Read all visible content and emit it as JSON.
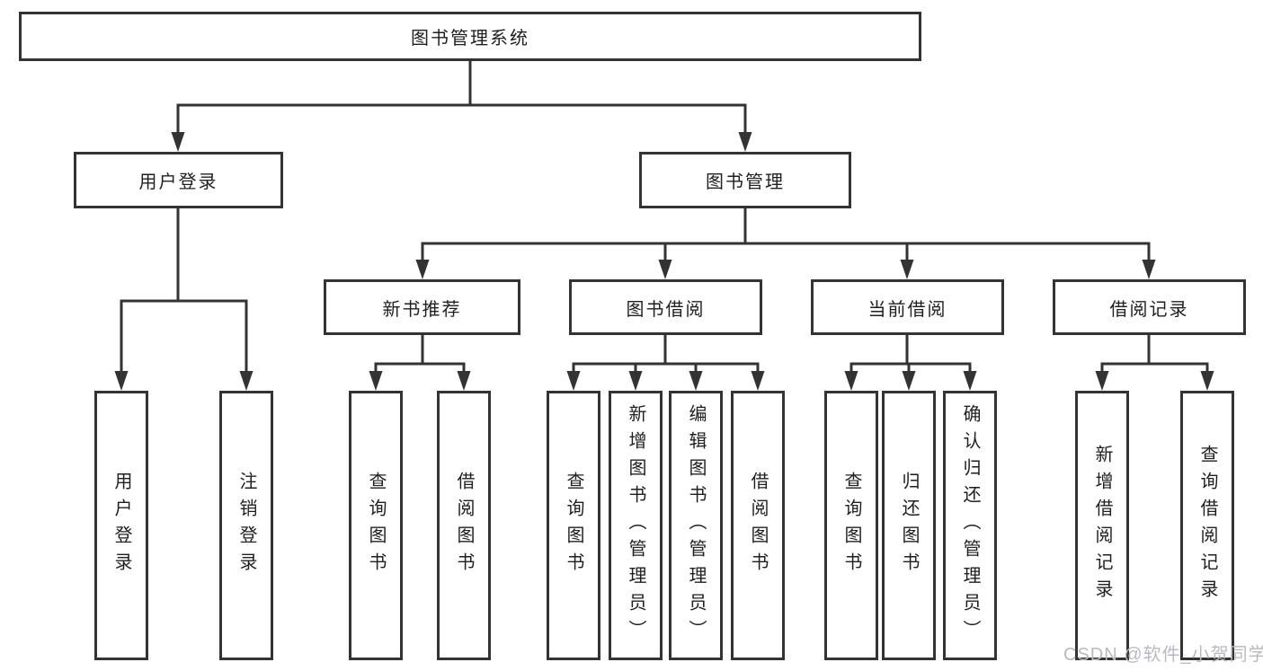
{
  "diagram": {
    "title": "图书管理系统",
    "tree": {
      "root": {
        "label": "图书管理系统",
        "children": [
          {
            "label": "用户登录",
            "children": [
              {
                "label": "用户登录"
              },
              {
                "label": "注销登录"
              }
            ]
          },
          {
            "label": "图书管理",
            "children": [
              {
                "label": "新书推荐",
                "children": [
                  {
                    "label": "查询图书"
                  },
                  {
                    "label": "借阅图书"
                  }
                ]
              },
              {
                "label": "图书借阅",
                "children": [
                  {
                    "label": "查询图书"
                  },
                  {
                    "label": "新增图书（管理员）"
                  },
                  {
                    "label": "编辑图书（管理员）"
                  },
                  {
                    "label": "借阅图书"
                  }
                ]
              },
              {
                "label": "当前借阅",
                "children": [
                  {
                    "label": "查询图书"
                  },
                  {
                    "label": "归还图书"
                  },
                  {
                    "label": "确认归还（管理员）"
                  }
                ]
              },
              {
                "label": "借阅记录",
                "children": [
                  {
                    "label": "新增借阅记录"
                  },
                  {
                    "label": "查询借阅记录"
                  }
                ]
              }
            ]
          }
        ]
      }
    },
    "colors": {
      "line": "#333333",
      "box_border": "#333333",
      "box_fill": "#ffffff",
      "text": "#1f1f1f",
      "background": "#ffffff",
      "watermark": "#b9b9c2"
    }
  },
  "watermark": {
    "text": "CSDN @软件_小贺同学"
  }
}
